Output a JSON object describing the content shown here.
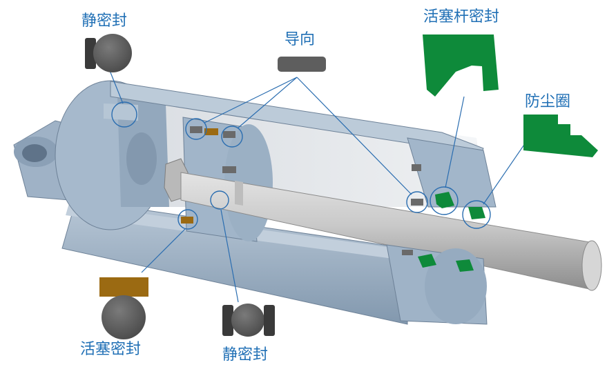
{
  "labels": {
    "static_seal_top": "静密封",
    "guide": "导向",
    "rod_seal": "活塞杆密封",
    "dust_ring": "防尘圈",
    "piston_seal": "活塞密封",
    "static_seal_bottom": "静密封"
  },
  "colors": {
    "label": "#1f6fb5",
    "leader": "#2a6db0",
    "cylinder_steel": "#a9bccd",
    "cylinder_dark": "#7f95ab",
    "rod": "#cfcfcf",
    "seal_green": "#0e8a3a",
    "seal_bronze": "#9b6a12",
    "seal_gray": "#5a5a5a"
  }
}
